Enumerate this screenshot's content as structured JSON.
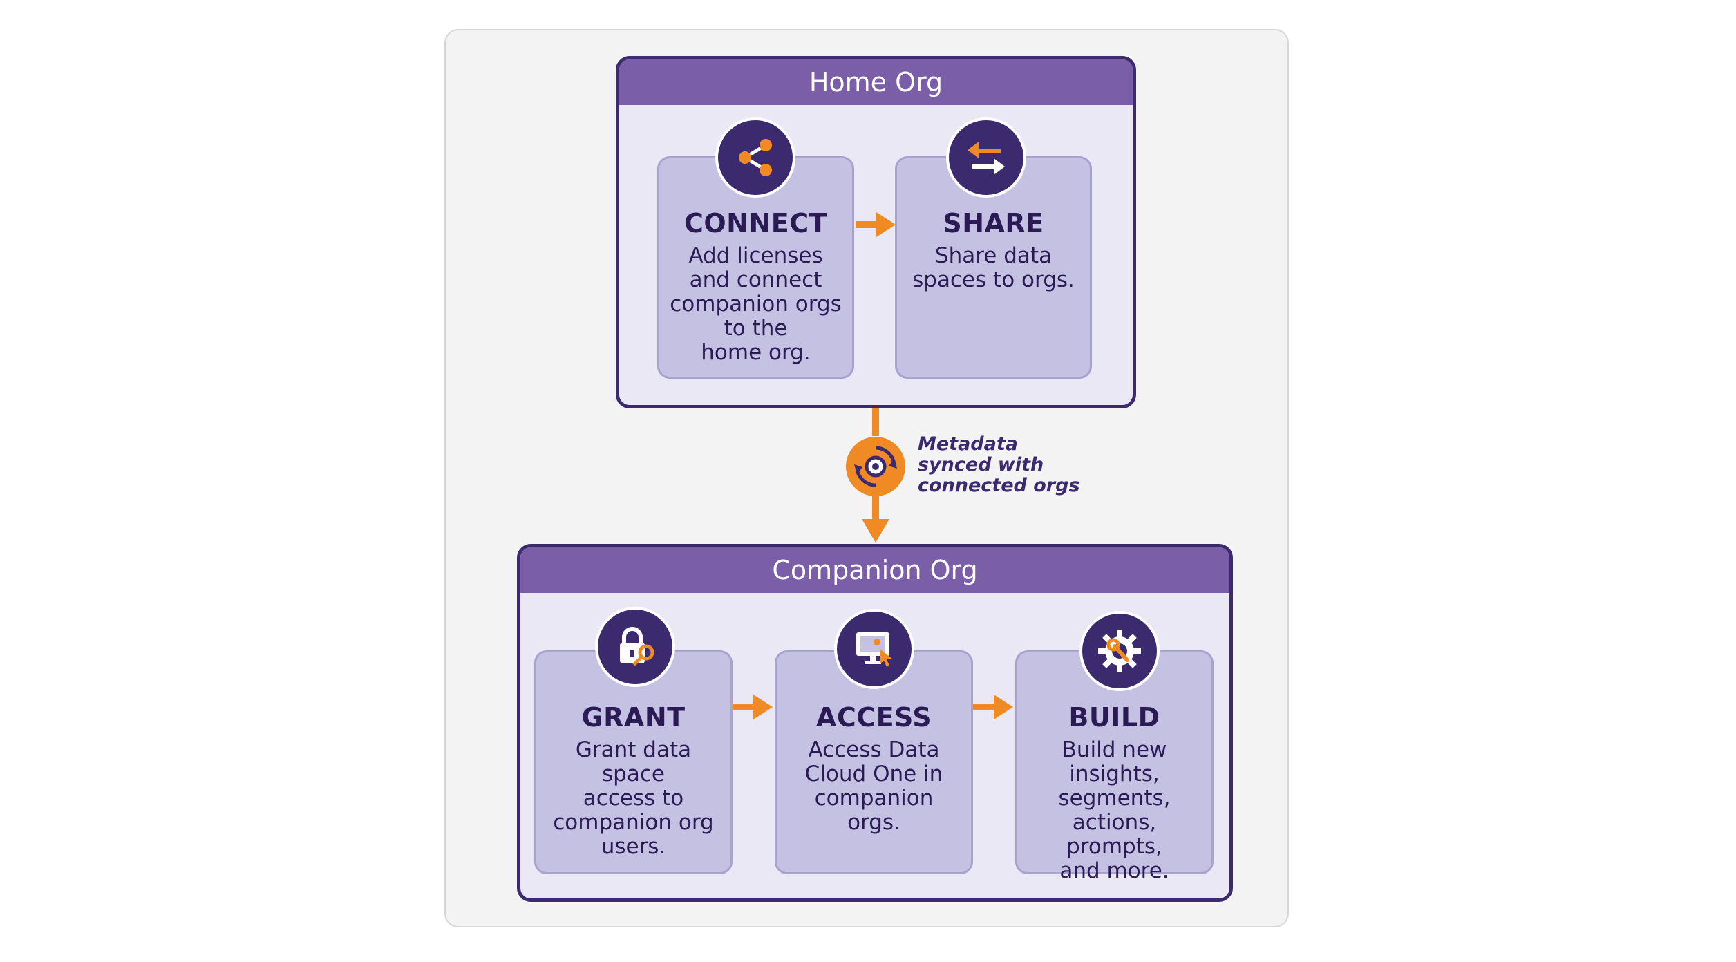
{
  "home_org": {
    "title": "Home Org",
    "steps": [
      {
        "title": "CONNECT",
        "description": "Add licenses\nand connect\ncompanion orgs\nto the\nhome org.",
        "icon": "share-network-icon"
      },
      {
        "title": "SHARE",
        "description": "Share data\nspaces to orgs.",
        "icon": "exchange-arrows-icon"
      }
    ]
  },
  "sync": {
    "label": "Metadata\nsynced with\nconnected orgs",
    "icon": "sync-gear-icon"
  },
  "companion_org": {
    "title": "Companion Org",
    "steps": [
      {
        "title": "GRANT",
        "description": "Grant data space\naccess to\ncompanion org\nusers.",
        "icon": "lock-key-icon"
      },
      {
        "title": "ACCESS",
        "description": "Access Data\nCloud One in\ncompanion\norgs.",
        "icon": "monitor-cursor-icon"
      },
      {
        "title": "BUILD",
        "description": "Build new\ninsights,\nsegments,\nactions, prompts,\nand more.",
        "icon": "gear-wrench-icon"
      }
    ]
  },
  "colors": {
    "header": "#7a5ea7",
    "border": "#3b2a6e",
    "card": "#c5c1e2",
    "accent": "#f08a24"
  }
}
